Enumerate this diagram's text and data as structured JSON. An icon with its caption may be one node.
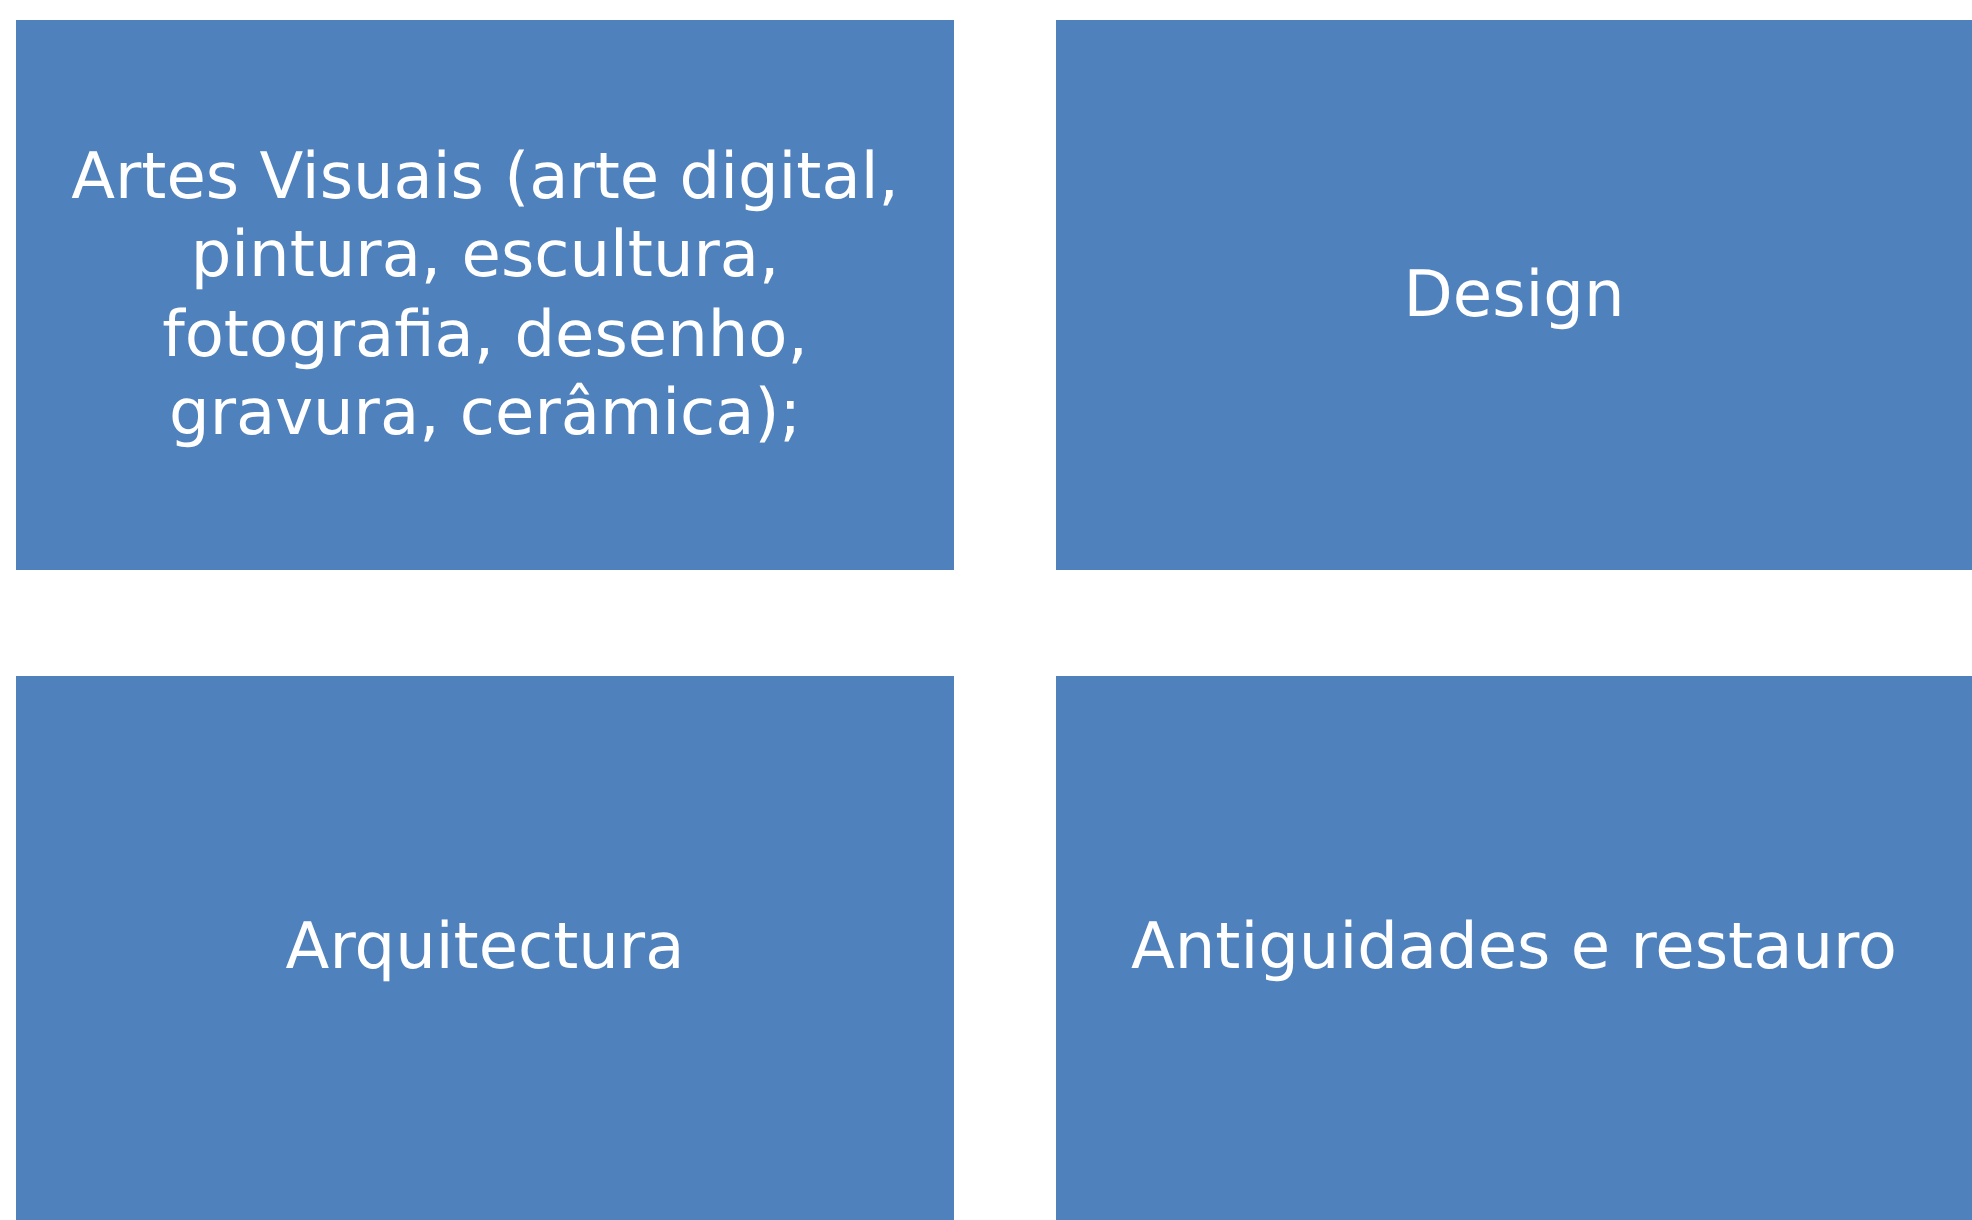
{
  "diagram": {
    "nodes": [
      {
        "text": [
          "Artes Visuais (arte digital, pintura, escultura, fotografia, desenho, gravura, cerâmica);"
        ]
      },
      {
        "text": [
          "Design"
        ]
      },
      {
        "text": [
          "Arquitectura"
        ]
      },
      {
        "text": [
          "Antiguidades e restauro"
        ]
      }
    ]
  }
}
